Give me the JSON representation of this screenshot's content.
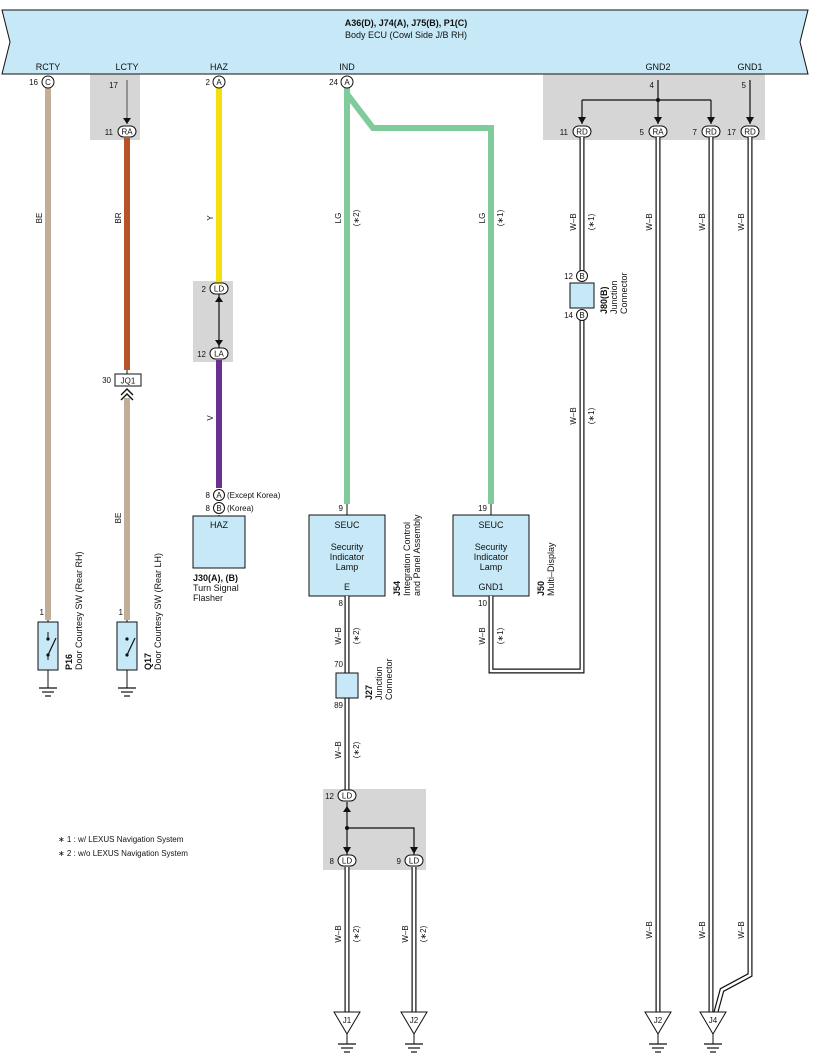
{
  "ecu": {
    "title": "A36(D), J74(A), J75(B), P1(C)",
    "subtitle": "Body ECU (Cowl Side J/B RH)",
    "terminals": {
      "rcty": "RCTY",
      "lcty": "LCTY",
      "haz": "HAZ",
      "ind": "IND",
      "gnd2": "GND2",
      "gnd1": "GND1"
    }
  },
  "pins": {
    "p16": "16",
    "p17": "17",
    "p2": "2",
    "p24": "24",
    "p4": "4",
    "p5": "5",
    "p11a": "11",
    "p11b": "11",
    "p5b": "5",
    "p7": "7",
    "p17b": "17",
    "p2ld": "2",
    "p12la": "12",
    "p30": "30",
    "p8a": "8",
    "p8b": "8",
    "p9": "9",
    "p19": "19",
    "p12j": "12",
    "p14j": "14",
    "p1a": "1",
    "p1b": "1",
    "p8e": "8",
    "p10": "10",
    "p70": "70",
    "p89": "89",
    "p12ld": "12",
    "p8ld": "8",
    "p9ld": "9"
  },
  "connectors": {
    "C": "C",
    "RA": "RA",
    "A": "A",
    "RD": "RD",
    "LD": "LD",
    "LA": "LA",
    "JQ1": "JQ1",
    "B": "B"
  },
  "wire_colors": {
    "be": "BE",
    "br": "BR",
    "y": "Y",
    "v": "V",
    "lg": "LG",
    "wb": "W–B"
  },
  "notes": {
    "n1": "(∗1)",
    "n2": "(∗2)",
    "except_korea": "(Except Korea)",
    "korea": "(Korea)",
    "legend1": "∗ 1 : w/ LEXUS Navigation System",
    "legend2": "∗ 2 : w/o LEXUS Navigation System"
  },
  "components": {
    "haz_box": "HAZ",
    "j30_code": "J30(A), (B)",
    "j30_name1": "Turn Signal",
    "j30_name2": "Flasher",
    "seuc": "SEUC",
    "security": "Security",
    "indicator": "Indicator",
    "lamp": "Lamp",
    "e": "E",
    "gnd1": "GND1",
    "j54_code": "J54",
    "j54_name1": "Integration Control",
    "j54_name2": "and Panel Assembly",
    "j50_code": "J50",
    "j50_name": "Multi–Display",
    "j80_code": "J80(B)",
    "j80_name1": "Junction",
    "j80_name2": "Connector",
    "j27_code": "J27",
    "j27_name1": "Junction",
    "j27_name2": "Connector",
    "p16_code": "P16",
    "p16_name": "Door Courtesy SW (Rear RH)",
    "q17_code": "Q17",
    "q17_name": "Door Courtesy SW (Rear LH)"
  },
  "grounds": {
    "j1": "J1",
    "j2a": "J2",
    "j2b": "J2",
    "j4": "J4"
  },
  "colors": {
    "ecu_fill": "#c6e8f7",
    "component_fill": "#c6e8f7",
    "shade": "#d6d6d6",
    "be": "#c2ad97",
    "br": "#b5532b",
    "y": "#f5de0e",
    "v": "#6a3090",
    "lg": "#7fcb9b"
  }
}
